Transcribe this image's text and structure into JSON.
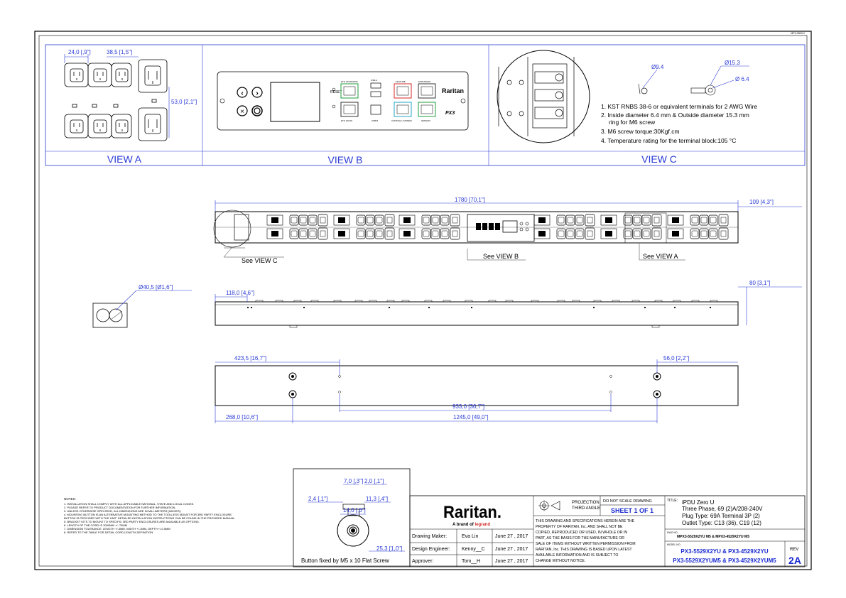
{
  "sheet": {
    "corner_tag": "MPX-5529-2"
  },
  "views": {
    "a": {
      "title": "VIEW A",
      "dim_width": "24,0 [,9\"]",
      "dim_gap": "38,5 [1,5\"]",
      "dim_height": "53,0 [2,1\"]"
    },
    "b": {
      "title": "VIEW B",
      "labels": [
        "ETH 10/100/1000",
        "USB-A",
        "FEATURE",
        "EXPANSION",
        "RESET",
        "ETH 10/100",
        "USB-B",
        "CONSOLE / MODEM",
        "SENSOR"
      ],
      "brand": "Raritan",
      "model_mark": "PX3"
    },
    "c": {
      "title": "VIEW C",
      "dim_inner": "Ø9.4",
      "dim_outer": "Ø15.3",
      "dim_hole": "Ø 6.4",
      "notes": [
        "1. KST RNBS 38-6 or equivalent terminals for 2 AWG Wire",
        "2. Inside diameter 6.4 mm & Outside diameter 15.3 mm",
        "ring for M6 screw",
        "3. M6 screw torque:30Kgf.cm",
        "4. Temperature rating for the terminal block:105 °C"
      ]
    }
  },
  "front": {
    "length": "1780 [70,1\"]",
    "depth": "109 [4,3\"]",
    "see_c": "See VIEW C",
    "see_b": "See VIEW B",
    "see_a": "See VIEW A"
  },
  "side": {
    "cord": "Ø40,5 [Ø1,6\"]",
    "offset": "118,0 [4,6\"]",
    "height": "80 [3,1\"]"
  },
  "back": {
    "left": "423,5 [16,7\"]",
    "right": "56,0 [2,2\"]",
    "mid": "933,0 [36,7\"]",
    "end": "268,0 [10,6\"]",
    "total": "1245,0 [49,0\"]"
  },
  "button": {
    "d1": "7,0 [,3\"]",
    "d2": "2,0 [,1\"]",
    "d3": "2,4 [,1\"]",
    "d4": "11,3 [,4\"]",
    "d5": "14,0 [,6\"]",
    "d6": "25,3 [1,0\"]",
    "caption": "Button fixed by M5 x 10 Flat Screw"
  },
  "notes": [
    "NOTES:",
    "1. INSTALLATION SHALL COMPLY WITH ALL APPLICABLE NATIONAL, STATE AND LOCAL CODES.",
    "2. PLEASE REFER TO PRODUCT DOCUMENTATION FOR FURTHER INFORMATION.",
    "3. UNLESS OTHERWISE SPECIFIED, ALL DIMENSIONS ARE IN MILLIMETERS [INCHES].",
    "4. MOUNTING BUTTON IS AN ALTERNATIVE MOUNTING METHOD TO THE TOOLLESS MOUNT FOR 3RD PARTY ENCLOSURE.",
    "   BUTTON IS PROVIDED WITH THE UNIT. DETAILED INSTALLATION INSTRUCTIONS CAN BE FOUND IN THE PROVIDED MANUAL.",
    "5. BRACKET KITS TO MOUNT TO SPECIFIC 3RD PARTY ENCLOSURES ARE AVAILABLE AS OPTIONS.",
    "6. LENGTH OF THE CORD IS 3000MM +/- 70MM",
    "7. DIMENSION TOLERANCE: LENGTH +/-3MM, WIDTH +/-1MM, DEPTH +/-0.5MM",
    "8. REFER TO THE TABLE FOR DETAIL CORD LENGTH DEFINITION"
  ],
  "titleblock": {
    "logo": "Raritan.",
    "brand_line": "A brand of",
    "brand_name": "legrand",
    "rows": [
      {
        "role": "Drawing Maker:",
        "name": "Eva Lin",
        "date": "June 27 , 2017"
      },
      {
        "role": "Design Engineer:",
        "name": "Kenny__C",
        "date": "June 27 , 2017"
      },
      {
        "role": "Approver:",
        "name": "Tom__H",
        "date": "June 27 , 2017"
      }
    ],
    "projection": "PROJECTION",
    "angle": "THIRD ANGLE",
    "no_scale": "DO NOT SCALE DRAWING",
    "sheet": "SHEET 1 OF 1",
    "disclaimer": [
      "THIS DRAWING AND SPECIFICATIONS HEREIN ARE THE",
      "PROPERTY OF RARITAN, Inc. AND SHALL NOT BE",
      "COPIED, REPRODUCED OR USED, IN WHOLE OR IN",
      "PART, AS THE BASIS FOR THE MANUFACTURE OR",
      "SALE OF ITEMS WITHOUT WRITTEN PERMISSION FROM",
      "RARITAN, Inc. THIS DRAWING IS BASED UPON LATEST",
      "AVAILABLE INFORMATION AND IS SUBJECT TO",
      "CHANGE WITHOUT NOTICE."
    ],
    "title_label": "TITLE:",
    "title_lines": [
      "iPDU Zero U",
      "Three Phase, 69 (2)A/208-240V",
      "Plug Type: 69A Terminal 3P (2)",
      "Outlet Type: C13 (36), C19 (12)"
    ],
    "dwg_label": "DWG NO.",
    "dwg_no": "MPX3-5529X2YU M5 & MPX3-4529X2YU M5",
    "model_label": "MODEL NO.",
    "model_lines": [
      "PX3-5529X2YU & PX3-4529X2YU",
      "PX3-5529X2YUM5 & PX3-4529X2YUM5"
    ],
    "rev_label": "REV",
    "rev": "2A"
  },
  "colors": {
    "dimension": "#2a3bd6",
    "title_blue": "#1a2bd0",
    "status_red": "#d42a2a",
    "status_green": "#1f9c3b",
    "status_cyan": "#23a6c6"
  }
}
